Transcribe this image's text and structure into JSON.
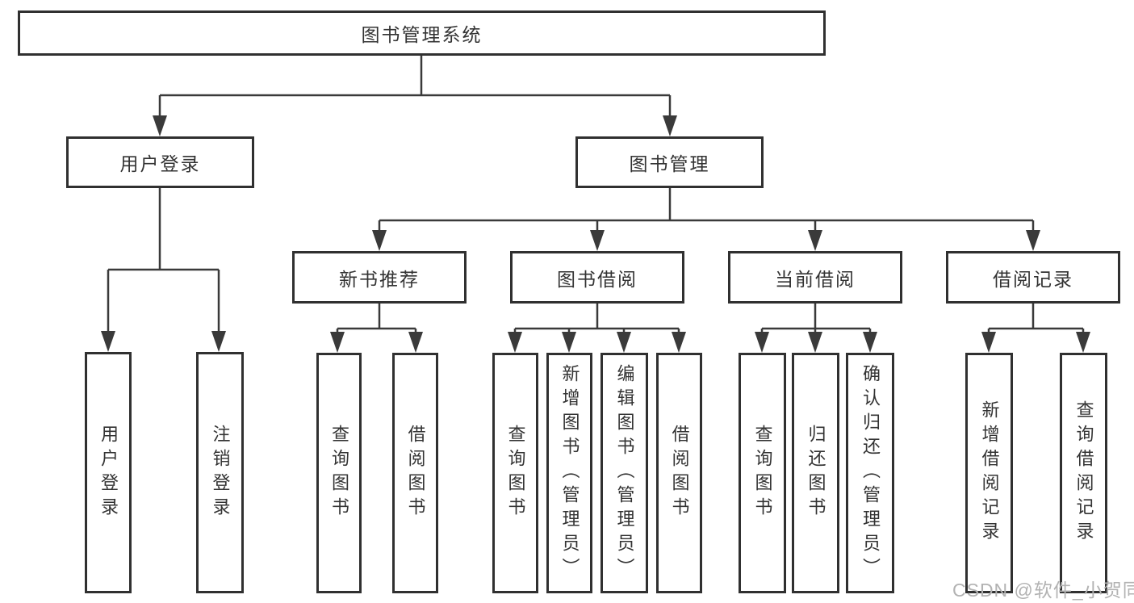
{
  "tree": {
    "root": {
      "label": "图书管理系统"
    },
    "branches": [
      {
        "label": "用户登录",
        "children": [
          {
            "label": "用户登录"
          },
          {
            "label": "注销登录"
          }
        ]
      },
      {
        "label": "图书管理",
        "children": [
          {
            "label": "新书推荐",
            "children": [
              {
                "label": "查询图书"
              },
              {
                "label": "借阅图书"
              }
            ]
          },
          {
            "label": "图书借阅",
            "children": [
              {
                "label": "查询图书"
              },
              {
                "label": "新增图书（管理员）"
              },
              {
                "label": "编辑图书（管理员）"
              },
              {
                "label": "借阅图书"
              }
            ]
          },
          {
            "label": "当前借阅",
            "children": [
              {
                "label": "查询图书"
              },
              {
                "label": "归还图书"
              },
              {
                "label": "确认归还（管理员）"
              }
            ]
          },
          {
            "label": "借阅记录",
            "children": [
              {
                "label": "新增借阅记录"
              },
              {
                "label": "查询借阅记录"
              }
            ]
          }
        ]
      }
    ]
  },
  "watermark": {
    "text": "CSDN @软件_小贺同学"
  },
  "colors": {
    "line": "#3a3a3a",
    "border": "#303030",
    "text": "#333333",
    "watermark": "#b2b2b2",
    "background": "#ffffff"
  }
}
